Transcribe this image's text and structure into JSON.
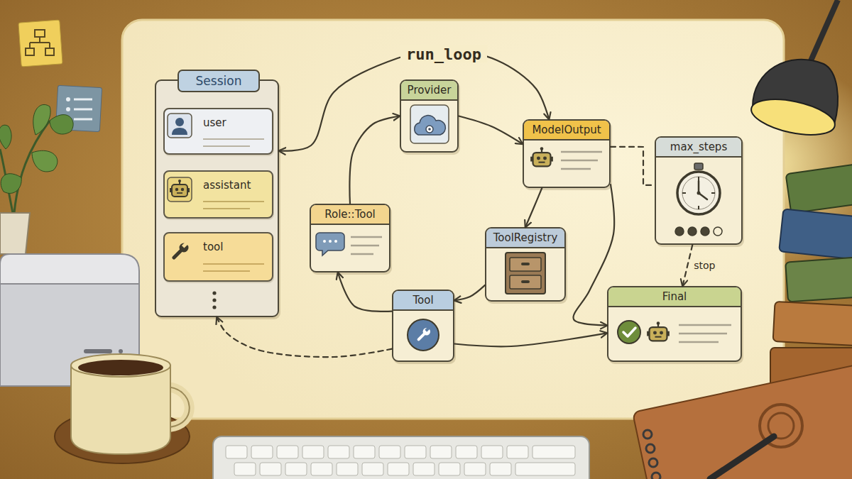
{
  "diagram": {
    "title": "run_loop",
    "nodes": [
      {
        "text": [
          "Session"
        ]
      },
      {
        "text": [
          "user"
        ],
        "in": 0
      },
      {
        "text": [
          "assistant"
        ],
        "in": 0
      },
      {
        "text": [
          "tool"
        ],
        "in": 0
      },
      {
        "text": [
          "Provider"
        ]
      },
      {
        "text": [
          "ModelOutput"
        ]
      },
      {
        "text": [
          "max_steps"
        ]
      },
      {
        "text": [
          "Role::Tool"
        ]
      },
      {
        "text": [
          "ToolRegistry"
        ]
      },
      {
        "text": [
          "Tool"
        ]
      },
      {
        "text": [
          "Final"
        ]
      }
    ],
    "edges": [
      {
        "from": 4,
        "to": 5,
        "arrow": "to"
      },
      {
        "from": 5,
        "to": 8,
        "arrow": "to"
      },
      {
        "from": 8,
        "to": 9,
        "arrow": "to"
      },
      {
        "from": 9,
        "to": 7,
        "arrow": "to"
      },
      {
        "from": 7,
        "to": 4,
        "arrow": "to"
      },
      {
        "from": 5,
        "to": 6,
        "arrow": "none"
      },
      {
        "from": 6,
        "to": 10,
        "label": "stop",
        "arrow": "to"
      },
      {
        "from": 9,
        "to": 0,
        "arrow": "to"
      },
      {
        "from": 5,
        "to": 10,
        "arrow": "to"
      },
      {
        "from": 9,
        "to": 10,
        "arrow": "to"
      },
      {
        "from": 0,
        "to": 5,
        "arrow": "both"
      }
    ]
  }
}
